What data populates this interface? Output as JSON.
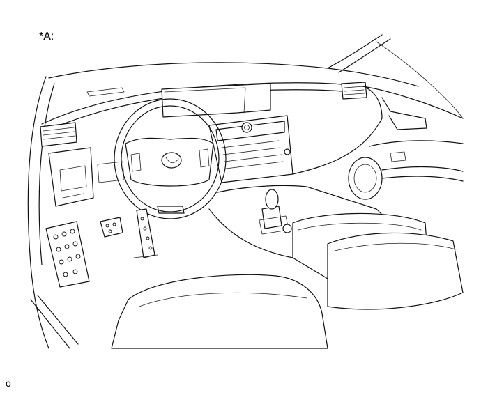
{
  "figure": {
    "callout_label": "*A:",
    "footer_code": "o"
  },
  "parts": {
    "steering_wheel": "steering-wheel",
    "emblem": "steering-wheel-emblem",
    "dashboard": "dashboard",
    "center_display": "center-display",
    "center_console": "center-console",
    "shift_lever": "shift-lever",
    "pedals": "pedals",
    "seats": "front-seats",
    "door_panel": "passenger-door-panel"
  }
}
